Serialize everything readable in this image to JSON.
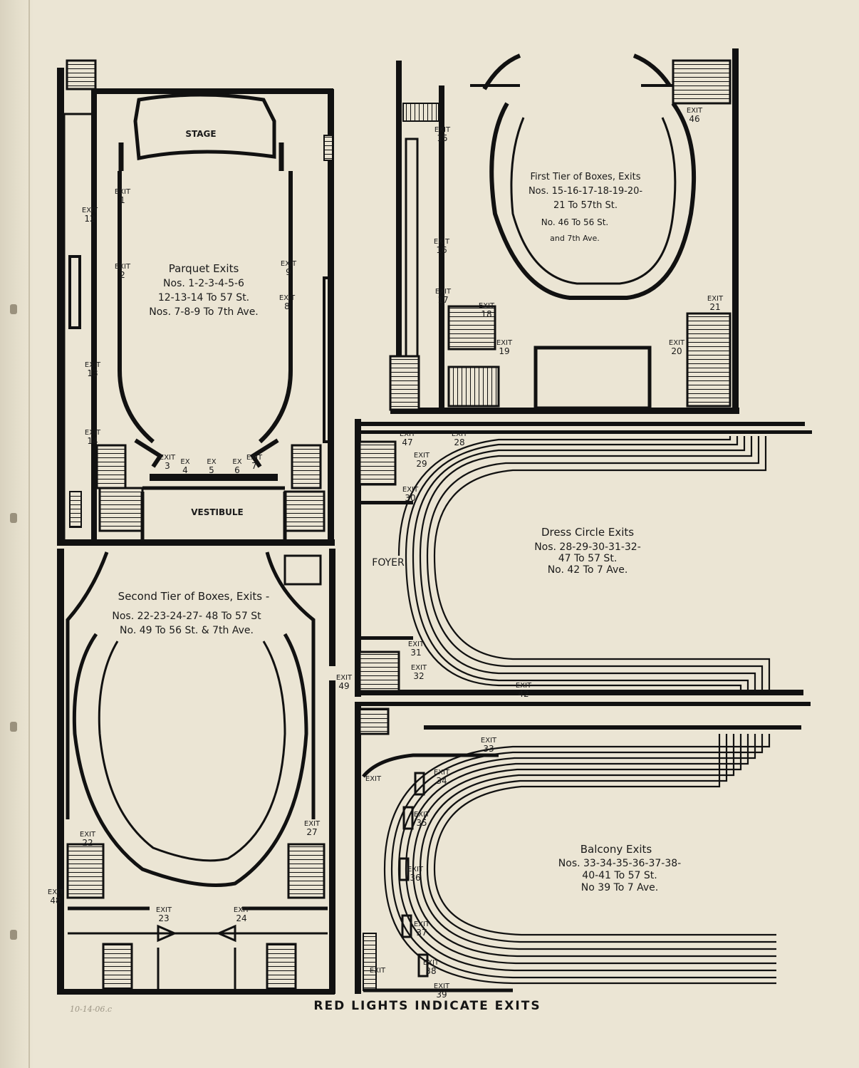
{
  "footer": {
    "caption": "RED LIGHTS INDICATE EXITS"
  },
  "handwritten_note": "10-14-06.c",
  "parquet": {
    "stage": "STAGE",
    "vestibule": "VESTIBULE",
    "title": "Parquet Exits",
    "lines": [
      "Nos. 1-2-3-4-5-6",
      "12-13-14 To 57 St.",
      "Nos. 7-8-9 To 7th Ave."
    ],
    "exits": [
      {
        "w": "Exit",
        "n": "1"
      },
      {
        "w": "Exit",
        "n": "12"
      },
      {
        "w": "Exit",
        "n": "2"
      },
      {
        "w": "Exit",
        "n": "9"
      },
      {
        "w": "Exit",
        "n": "8"
      },
      {
        "w": "Exit",
        "n": "13"
      },
      {
        "w": "Exit",
        "n": "14"
      },
      {
        "w": "Exit",
        "n": "3"
      },
      {
        "w": "Ex",
        "n": "4"
      },
      {
        "w": "Ex",
        "n": "5"
      },
      {
        "w": "Ex",
        "n": "6"
      },
      {
        "w": "Exit",
        "n": "7"
      }
    ]
  },
  "first_tier": {
    "title": "First Tier of Boxes, Exits",
    "lines": [
      "Nos. 15-16-17-18-19-20-",
      "21 To 57th St.",
      "No. 46 To 56 St.",
      "and 7th Ave."
    ],
    "exits": [
      {
        "w": "Exit",
        "n": "15"
      },
      {
        "w": "Exit",
        "n": "46"
      },
      {
        "w": "Exit",
        "n": "16"
      },
      {
        "w": "Exit",
        "n": "17"
      },
      {
        "w": "Exit",
        "n": "18"
      },
      {
        "w": "Exit",
        "n": "21"
      },
      {
        "w": "Exit",
        "n": "19"
      },
      {
        "w": "Exit",
        "n": "20"
      }
    ]
  },
  "dress_circle": {
    "foyer": "FOYER",
    "title": "Dress Circle Exits",
    "lines": [
      "Nos. 28-29-30-31-32-",
      "47 To 57 St.",
      "No. 42 To 7 Ave."
    ],
    "exits": [
      {
        "w": "Exit",
        "n": "47"
      },
      {
        "w": "Exit",
        "n": "28"
      },
      {
        "w": "Exit",
        "n": "29"
      },
      {
        "w": "Exit",
        "n": "30"
      },
      {
        "w": "Exit",
        "n": "31"
      },
      {
        "w": "Exit",
        "n": "32"
      },
      {
        "w": "Exit",
        "n": "42"
      }
    ]
  },
  "second_tier": {
    "title": "Second Tier of Boxes, Exits -",
    "lines": [
      "Nos. 22-23-24-27- 48 To 57 St",
      "No. 49 To 56 St. & 7th Ave."
    ],
    "exits": [
      {
        "w": "Exit",
        "n": "49"
      },
      {
        "w": "Exit",
        "n": "22"
      },
      {
        "w": "Exit",
        "n": "27"
      },
      {
        "w": "Exit",
        "n": "48"
      },
      {
        "w": "Exit",
        "n": "23"
      },
      {
        "w": "Exit",
        "n": "24"
      }
    ]
  },
  "balcony": {
    "title": "Balcony Exits",
    "lines": [
      "Nos. 33-34-35-36-37-38-",
      "40-41 To 57 St.",
      "No 39 To 7 Ave."
    ],
    "exits": [
      {
        "w": "Exit",
        "n": "33"
      },
      {
        "w": "Exit",
        "n": ""
      },
      {
        "w": "Exit",
        "n": "34"
      },
      {
        "w": "Exit",
        "n": "35"
      },
      {
        "w": "Exit",
        "n": "36"
      },
      {
        "w": "Exit",
        "n": "37"
      },
      {
        "w": "Exit",
        "n": "38"
      },
      {
        "w": "Exit",
        "n": "39"
      },
      {
        "w": "Exit",
        "n": ""
      }
    ]
  }
}
